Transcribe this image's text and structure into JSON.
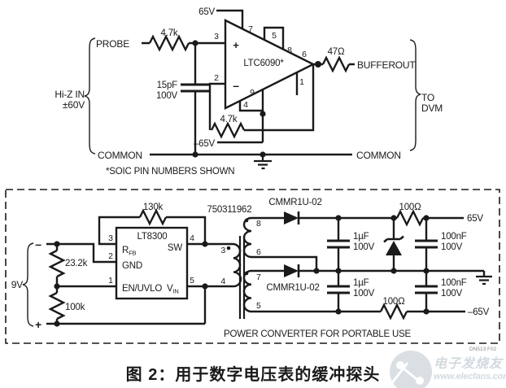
{
  "buffer": {
    "supply_pos": "65V",
    "supply_neg": "–65V",
    "probe": "PROBE",
    "r_in": "4.7k",
    "r_fb": "4.7k",
    "r_out": "47Ω",
    "cap": "15pF",
    "cap_v": "100V",
    "opamp": "LTC6090*",
    "plus": "+",
    "minus": "–",
    "pin_inp": "3",
    "pin_inn": "2",
    "pin_vplus": "7",
    "pin_og1": "5",
    "pin_og2": "8",
    "pin_out": "6",
    "pin_nc": "1",
    "pin_pad": "9",
    "pin_vminus": "4",
    "hiz1": "Hi-Z IN",
    "hiz2": "±60V",
    "common_left": "COMMON",
    "common_right": "COMMON",
    "bufferout": "BUFFEROUT",
    "to1": "TO",
    "to2": "DVM",
    "note": "*SOIC PIN NUMBERS SHOWN"
  },
  "power": {
    "battery": "9V",
    "bat_minus": "–",
    "bat_plus": "+",
    "r1": "23.2k",
    "r2": "100k",
    "r_fb": "130k",
    "ic": "LT8300",
    "rfb_main": "R",
    "rfb_sub": "FB",
    "sw": "SW",
    "gnd": "GND",
    "en": "EN/UVLO",
    "vin_main": "V",
    "vin_sub": "IN",
    "pin1": "1",
    "pin2": "2",
    "pin3": "3",
    "pin4": "4",
    "pin5": "5",
    "xfmr": "750311962",
    "xp_top": "3",
    "xp_bot": "4",
    "xs1_top": "8",
    "xs1_bot": "6",
    "xs2_top": "7",
    "xs2_bot": "5",
    "d1": "CMMR1U-02",
    "d2": "CMMR1U-02",
    "c1": "1µF",
    "c1v": "100V",
    "c2": "100nF",
    "c2v": "100V",
    "c3": "1µF",
    "c3v": "100V",
    "c4": "100nF",
    "c4v": "100V",
    "r_pos": "100Ω",
    "r_neg": "100Ω",
    "out_pos": "65V",
    "out_neg": "–65V",
    "caption": "POWER CONVERTER FOR PORTABLE USE",
    "doc": "DN513 F02"
  },
  "figure": {
    "caption": "图 2：用于数字电压表的缓冲探头"
  },
  "watermark": {
    "brand": "电子发烧友",
    "site": "www.elecfans.com"
  }
}
